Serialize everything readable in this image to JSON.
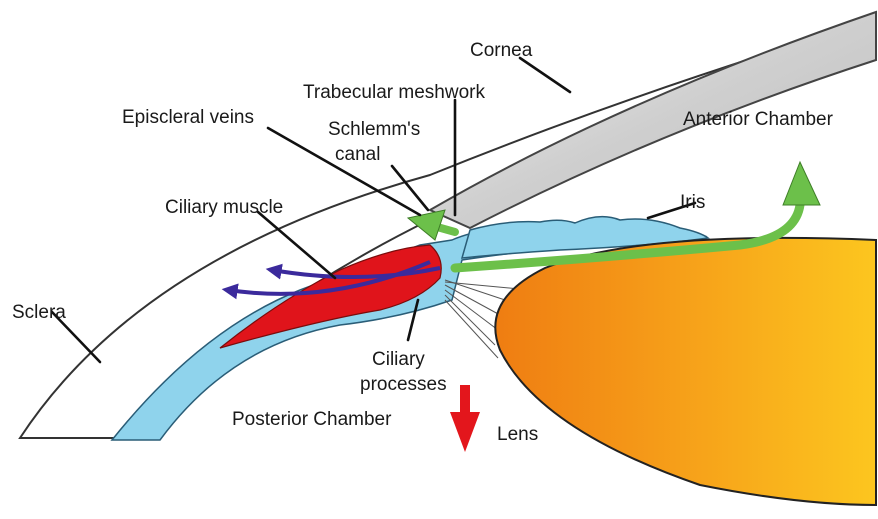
{
  "labels": {
    "cornea": "Cornea",
    "trabecular_meshwork": "Trabecular meshwork",
    "episcleral_veins": "Episcleral veins",
    "schlemms_line1": "Schlemm's",
    "schlemms_line2": "canal",
    "anterior_chamber": "Anterior Chamber",
    "iris": "Iris",
    "ciliary_muscle": "Ciliary muscle",
    "sclera": "Sclera",
    "ciliary_processes_line1": "Ciliary",
    "ciliary_processes_line2": "processes",
    "posterior_chamber": "Posterior Chamber",
    "lens": "Lens"
  },
  "colors": {
    "cornea_fill": "#d9d9d9",
    "sclera_fill": "#ffffff",
    "uvea_fill": "#8fd3ec",
    "ciliary_muscle_fill": "#e0141b",
    "lens_fill_outer": "#ef7d12",
    "lens_fill_inner": "#fbc41c",
    "aqueous_flow_arrow": "#6cc04a",
    "uveoscleral_arrow": "#3b2a9c",
    "posterior_arrow": "#e3161c"
  }
}
